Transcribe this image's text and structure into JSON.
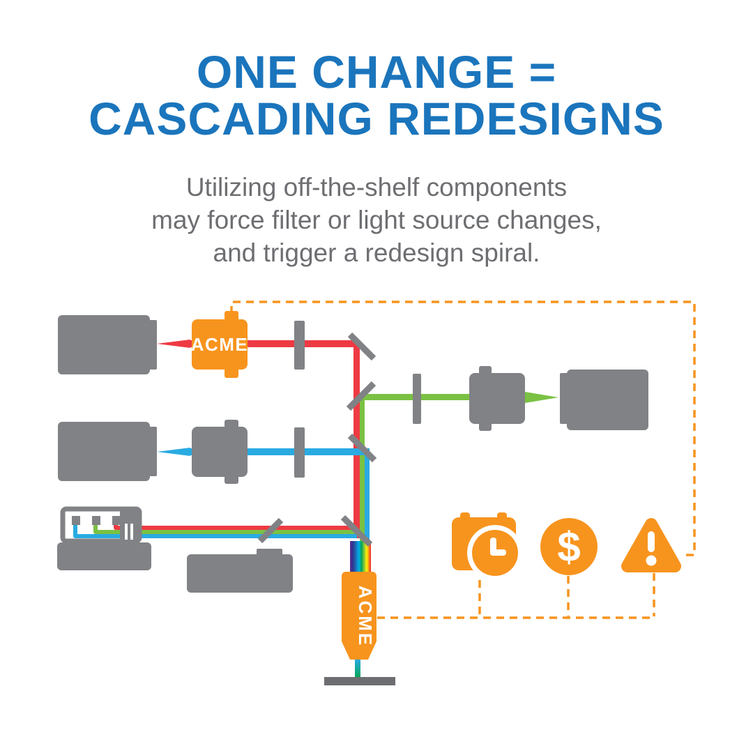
{
  "title": {
    "line1": "ONE CHANGE =",
    "line2": "CASCADING REDESIGNS"
  },
  "subtitle": {
    "line1": "Utilizing off-the-shelf components",
    "line2": "may force filter or light source changes,",
    "line3": "and trigger a redesign spiral."
  },
  "components": {
    "acme_filter_label": "ACME",
    "acme_objective_label": "ACME",
    "dollar_symbol": "$"
  },
  "icons": {
    "schedule": "calendar-clock-icon",
    "cost": "dollar-icon",
    "risk": "warning-triangle-icon"
  },
  "colors": {
    "title_blue": "#1B75BC",
    "text_gray": "#6D6E71",
    "component_gray": "#808285",
    "stage_gray": "#6D6E71",
    "accent_orange": "#F7941E",
    "beam_red": "#EE3A43",
    "beam_green": "#7AC143",
    "beam_blue": "#29ABE2"
  }
}
